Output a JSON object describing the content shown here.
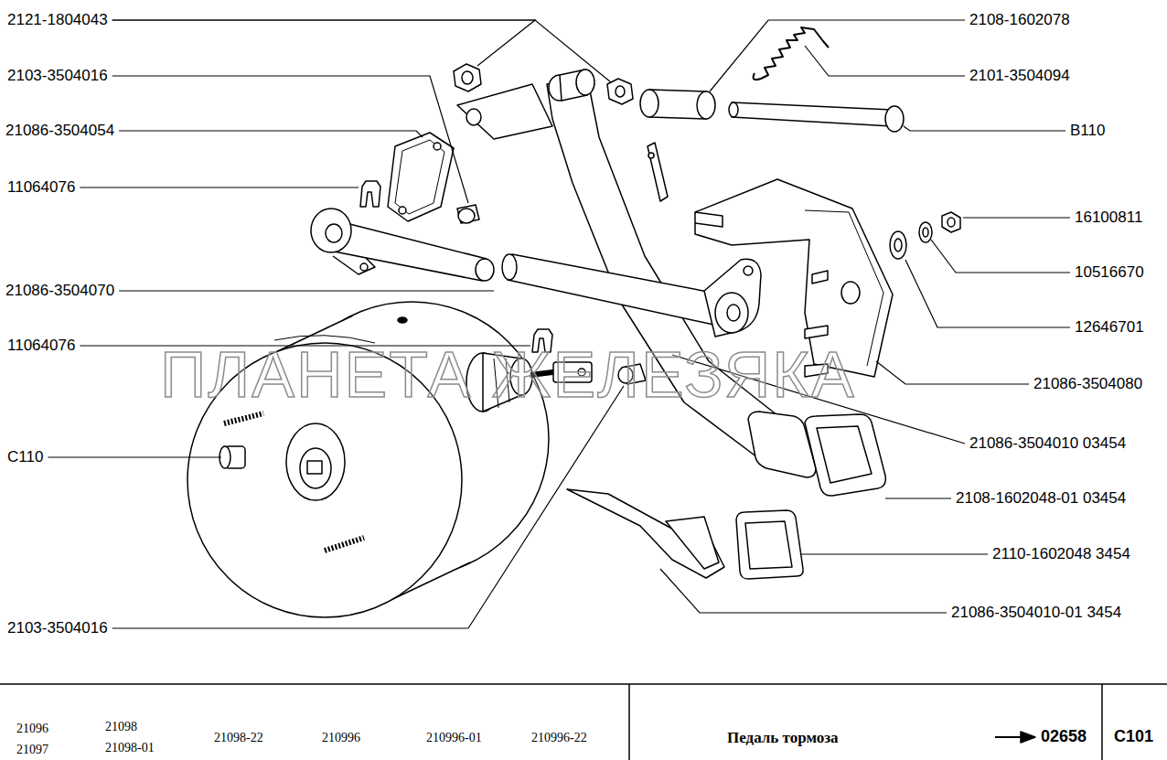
{
  "diagram": {
    "title": "Педаль тормоза",
    "labels": [
      "2121-1804043",
      "2103-3504016",
      "21086-3504054",
      "11064076",
      "21086-3504070",
      "11064076",
      "C110",
      "2103-3504016",
      "2108-1602078",
      "2101-3504094",
      "B110",
      "16100811",
      "10516670",
      "12646701",
      "21086-3504080",
      "21086-3504010 03454",
      "2108-1602048-01 03454",
      "2110-1602048 3454",
      "21086-3504010-01 3454",
      "ПЛАНЕТА ЖЕЛЕЗЯКА",
      "21096",
      "21097",
      "21098",
      "21098-01",
      "21098-22",
      "210996",
      "210996-01",
      "210996-22",
      "02658",
      "C101"
    ]
  }
}
